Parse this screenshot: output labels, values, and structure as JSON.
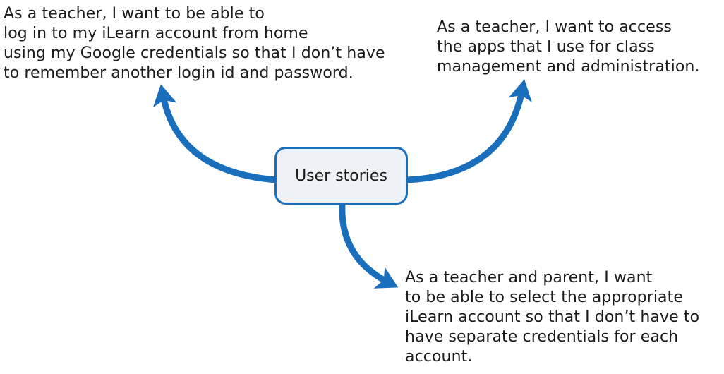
{
  "center_node": {
    "label": "User stories"
  },
  "stories": {
    "left": {
      "lines": [
        "As a teacher, I want to be able to",
        "log in to my iLearn account from home",
        "using my Google credentials so that I don’t have",
        "to remember another login id and password."
      ]
    },
    "right": {
      "lines": [
        "As a teacher, I want to access",
        "the apps that I use for class",
        "management and administration."
      ]
    },
    "bottom": {
      "lines": [
        "As a teacher and parent, I want",
        "to be able to select the appropriate",
        "iLearn account so that I don’t have to",
        "have separate credentials for each",
        "account."
      ]
    }
  },
  "colors": {
    "arrow": "#1a6fbd",
    "node_border": "#1a6fbd",
    "node_fill": "#eef2f6",
    "text": "#1a1a1a"
  }
}
